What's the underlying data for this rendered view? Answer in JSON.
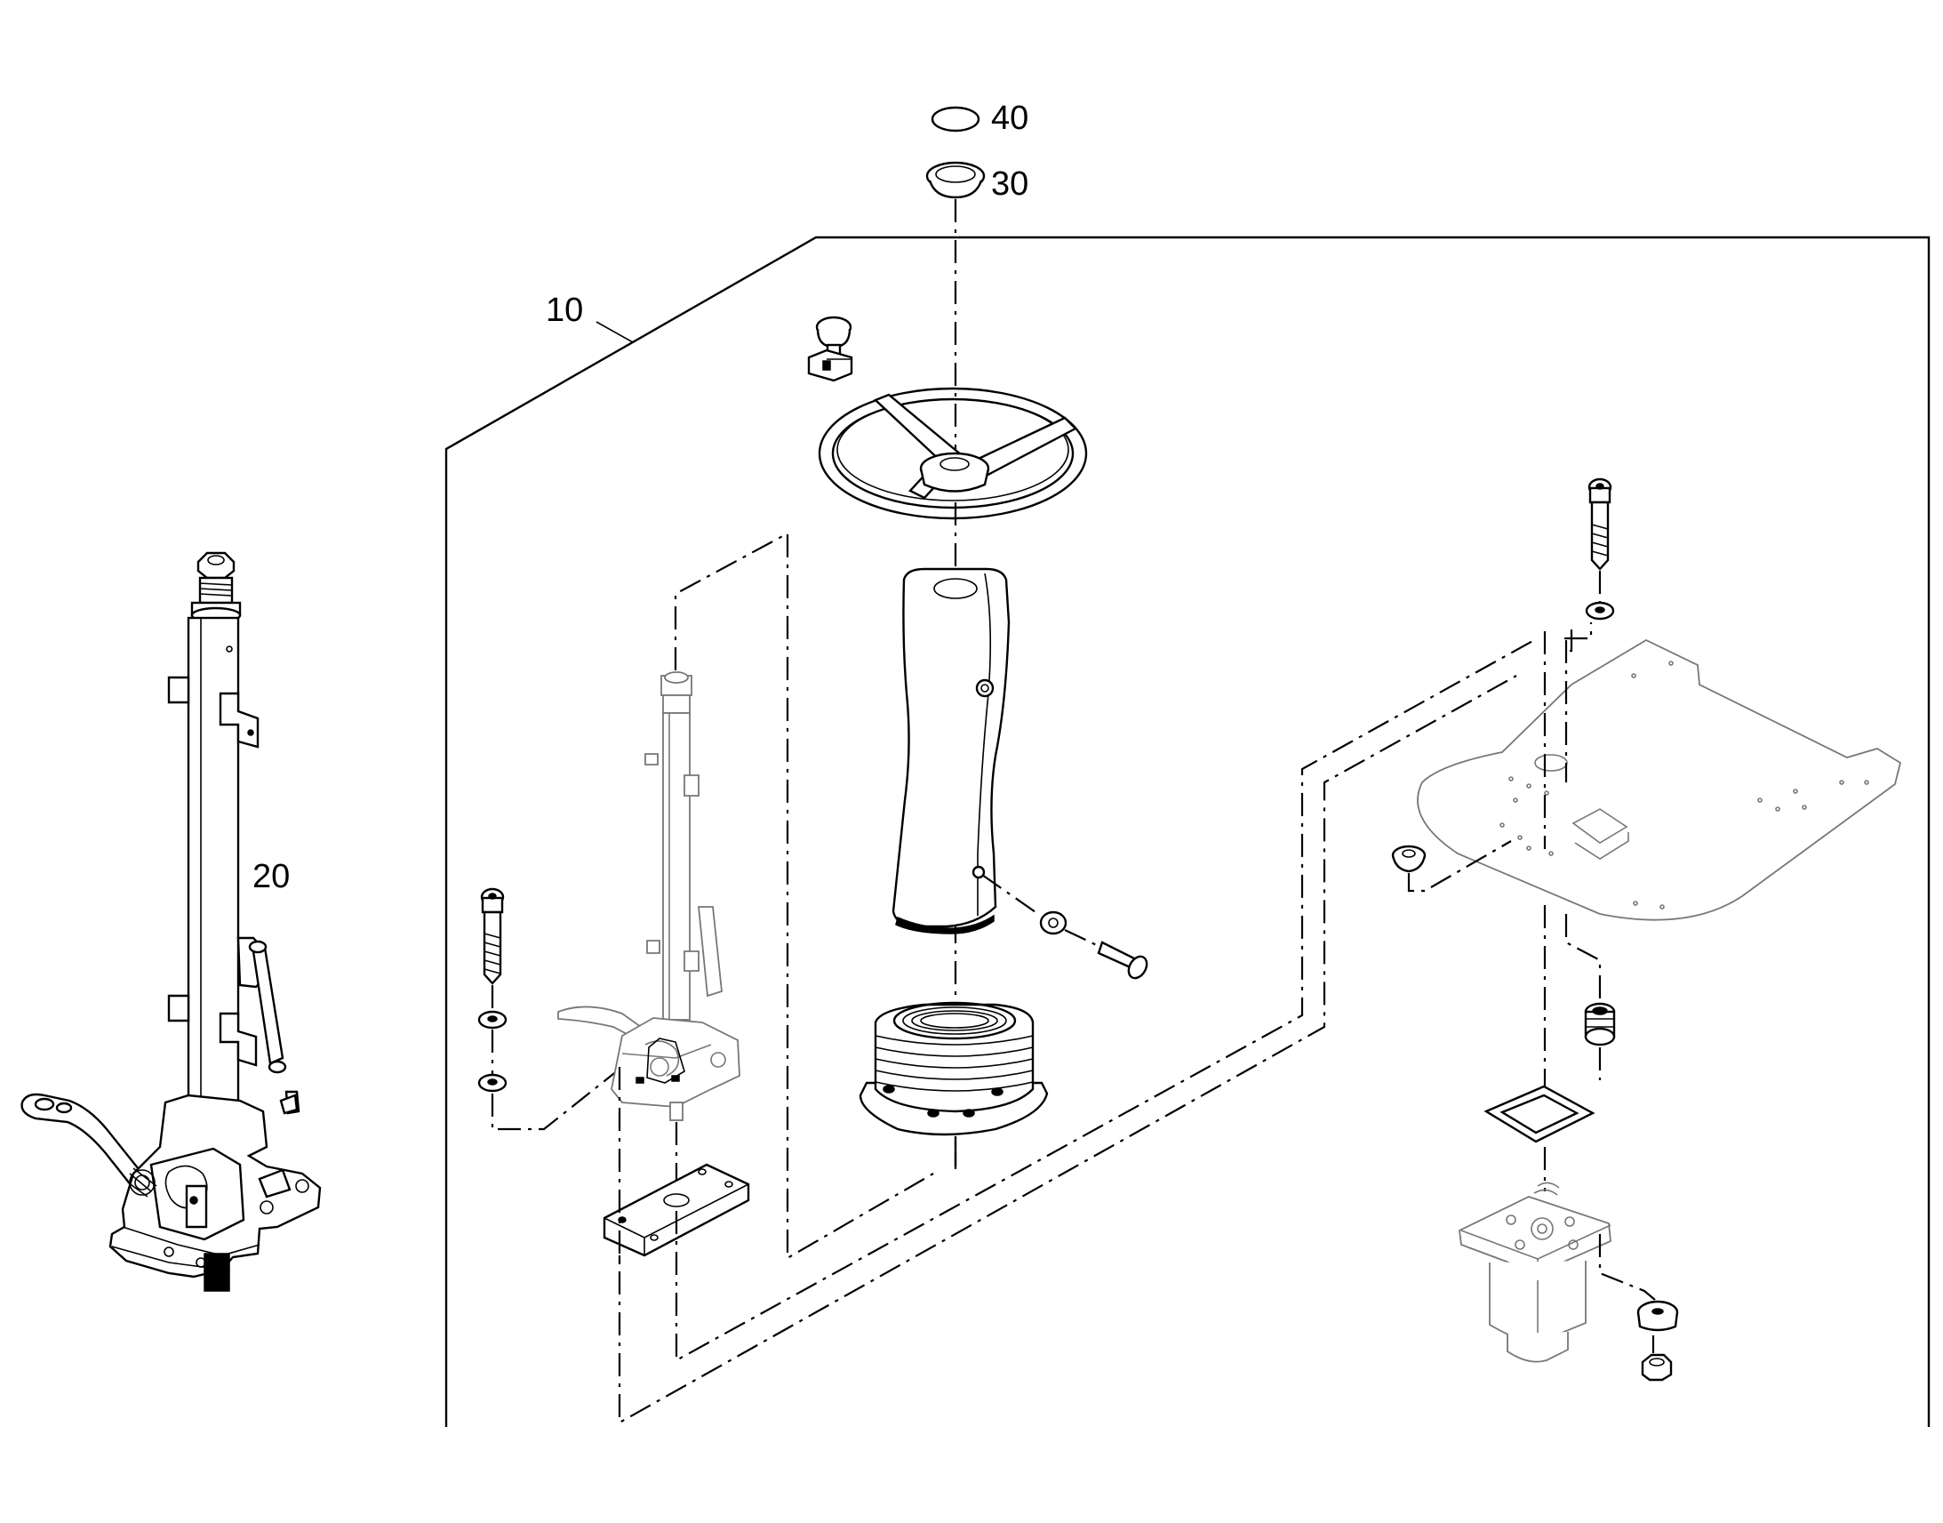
{
  "callouts": [
    {
      "id": "40",
      "text": "40"
    },
    {
      "id": "30",
      "text": "30"
    },
    {
      "id": "10",
      "text": "10"
    },
    {
      "id": "20",
      "text": "20"
    }
  ],
  "icons": {
    "assembly": "steering-column-assembly-icon",
    "steering_wheel": "steering-wheel-icon",
    "column_cover": "column-cover-icon",
    "bellows_boot": "bellows-boot-icon",
    "floor_plate": "floor-plate-icon",
    "steering_unit": "hydraulic-steering-unit-icon",
    "fastener": "bolt-icon"
  },
  "colors": {
    "line": "#000000",
    "background": "#ffffff",
    "ghost_part": "#777777"
  }
}
